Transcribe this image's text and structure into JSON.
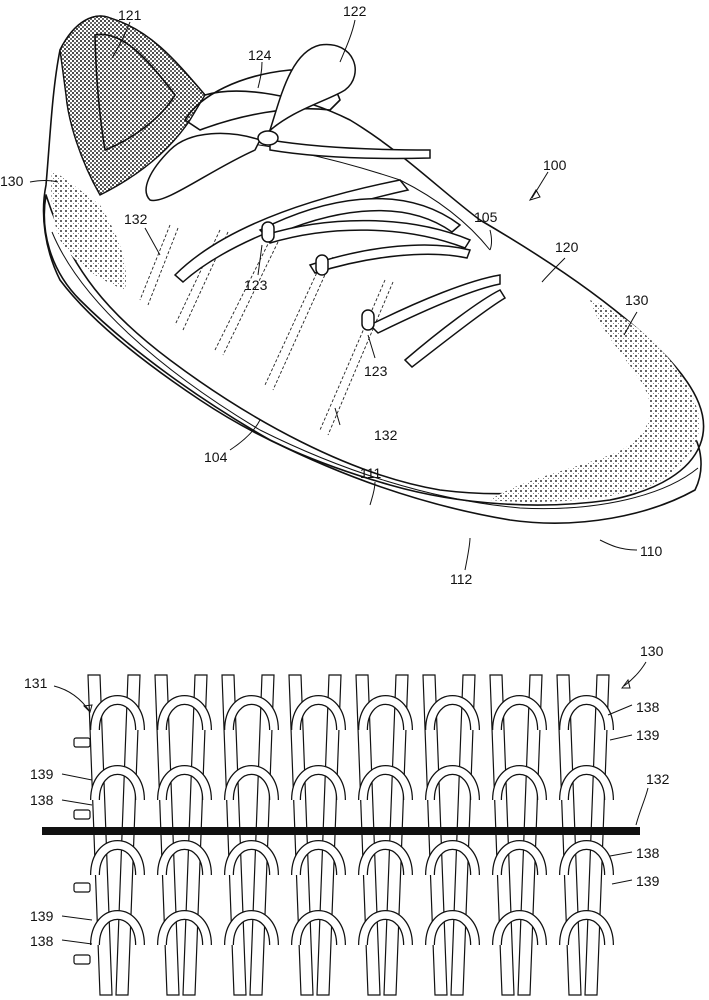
{
  "labels": {
    "l100": "100",
    "l104": "104",
    "l105": "105",
    "l110": "110",
    "l111": "111",
    "l112": "112",
    "l120": "120",
    "l121": "121",
    "l122": "122",
    "l123a": "123",
    "l123b": "123",
    "l124": "124",
    "l130a": "130",
    "l130b": "130",
    "l130c": "130",
    "l131": "131",
    "l132a": "132",
    "l132b": "132",
    "l132c": "132",
    "l138a": "138",
    "l138b": "138",
    "l138c": "138",
    "l138d": "138",
    "l139a": "139",
    "l139b": "139",
    "l139c": "139",
    "l139d": "139"
  },
  "colors": {
    "ink": "#111111",
    "knit_texture": "#555555",
    "background": "#ffffff"
  }
}
